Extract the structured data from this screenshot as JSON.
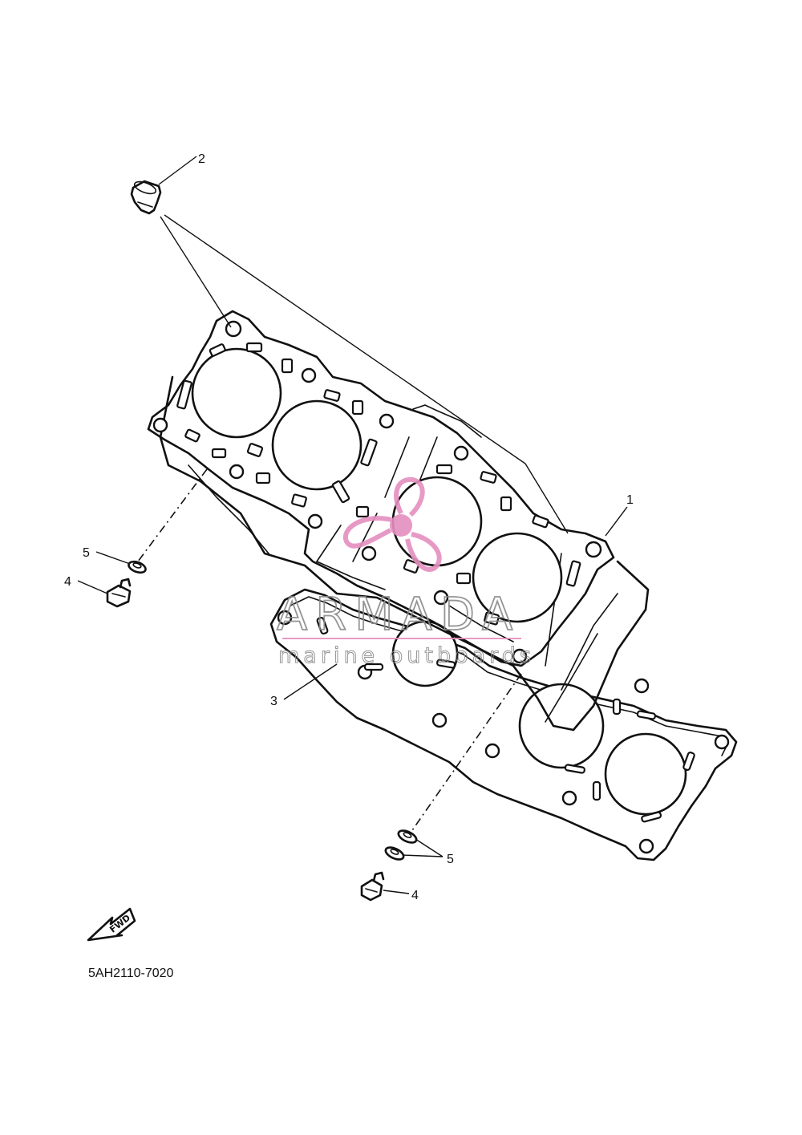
{
  "callouts": [
    {
      "id": "1",
      "label": "1"
    },
    {
      "id": "2",
      "label": "2"
    },
    {
      "id": "3",
      "label": "3"
    },
    {
      "id": "4a",
      "label": "4"
    },
    {
      "id": "4b",
      "label": "4"
    },
    {
      "id": "5a",
      "label": "5"
    },
    {
      "id": "5b",
      "label": "5"
    }
  ],
  "fwd_label": "FWD",
  "part_code": "5AH2110-7020",
  "watermark": {
    "title": "ARMADA",
    "subtitle": "marine outboards",
    "logo_color": "#e58fbf",
    "text_color": "#8a8a8a"
  }
}
